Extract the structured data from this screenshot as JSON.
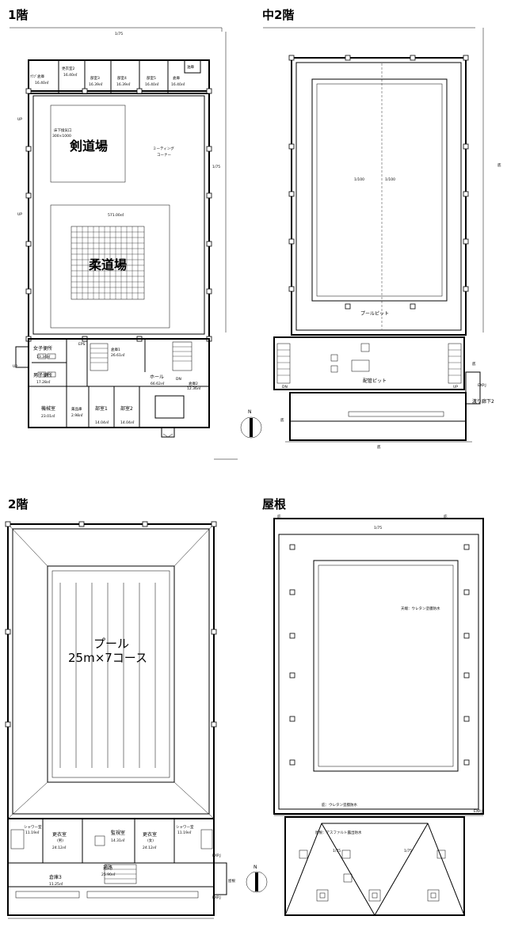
{
  "titles": {
    "floor1": "1階",
    "mezzanine2": "中2階",
    "floor2": "2階",
    "roof": "屋根"
  },
  "floor1": {
    "rooms": {
      "locker": "ｸﾗﾌﾞ倉庫",
      "locker_area": "16.40㎡",
      "changing2": "更衣室2",
      "changing2_area": "16.40㎡",
      "room3": "部室3",
      "room3_area": "16.39㎡",
      "room4": "部室4",
      "room4_area": "16.39㎡",
      "room5": "部室5",
      "room5_area": "16.40㎡",
      "storage": "倉庫",
      "storage_area": "16.40㎡",
      "oil": "油庫",
      "kendo": "剣道場",
      "judo": "柔道場",
      "hall_area": "571.00㎡",
      "meeting": "ミーティング",
      "corner": "コーナー",
      "underfloor": "床下換気口",
      "underfloor_size": "300×1000",
      "storage1": "倉庫1",
      "storage1_area": "26.61㎡",
      "womens_wc": "女子便所",
      "womens_wc_area": "13.34㎡",
      "mens_wc": "男子便所",
      "mens_wc_area": "17.28㎡",
      "hall": "ホール",
      "hall2_area": "66.62㎡",
      "storage2": "倉庫2",
      "storage2_area": "12.36㎡",
      "machine": "機械室",
      "machine_area": "23.01㎡",
      "supplies": "薬品庫",
      "supplies_area": "2.98㎡",
      "club1": "部室1",
      "club1_area": "14.04㎡",
      "club2": "部室2",
      "club2_area": "14.04㎡",
      "eps": "EPS",
      "up": "UP",
      "dn": "DN",
      "slope": "1/75"
    }
  },
  "mezzanine2": {
    "pool_pit": "プールピット",
    "piping_pit": "配管ピット",
    "ev": "EXP.J",
    "bridge": "渡り廊下2",
    "bottom": "底",
    "slope": "1/100",
    "dn": "DN",
    "up": "UP"
  },
  "floor2": {
    "pool_title": "プール",
    "pool_sub": "25m×7コース",
    "shower_l": "シャワー室",
    "shower_l_area": "11.19㎡",
    "changing_m": "更衣室",
    "changing_m_sub": "(男)",
    "changing_m_area": "24.12㎡",
    "monitor": "監視室",
    "monitor_area": "14.31㎡",
    "changing_f": "更衣室",
    "changing_f_sub": "(女)",
    "changing_f_area": "24.12㎡",
    "shower_r": "シャワー室",
    "shower_r_area": "11.19㎡",
    "corridor": "通路",
    "corridor_area": "25.90㎡",
    "storage3": "倉庫3",
    "storage3_area": "11.25㎡",
    "exp": "EXP.J",
    "roof_mark": "屋根"
  },
  "roof": {
    "top_label": "天端：ウレタン塗膜防水",
    "bottom_label": "庇：ウレタン塗膜防水",
    "roof_label": "屋根：アスファルト露出防水",
    "eave": "庇",
    "exp": "EXP.J",
    "slope": "1/75"
  },
  "compass": "N"
}
